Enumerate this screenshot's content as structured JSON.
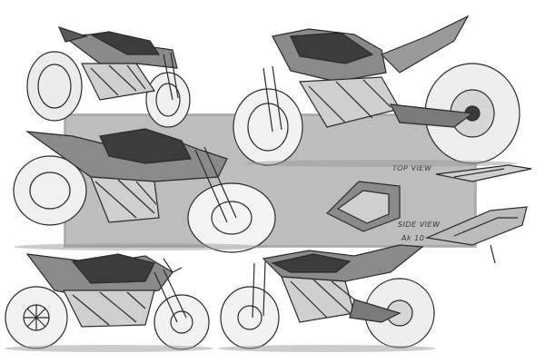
{
  "colors": {
    "paper": "#ffffff",
    "gray_panel": "#bdbdbd",
    "ink": "#2a2a2a",
    "dark_marker": "#3c3c3c",
    "mid_marker": "#8a8a8a",
    "light_marker": "#cfcfcf"
  },
  "annotations": {
    "top_view": "TOP VIEW",
    "side_view": "SIDE VIEW",
    "scale": "Ak 10"
  }
}
